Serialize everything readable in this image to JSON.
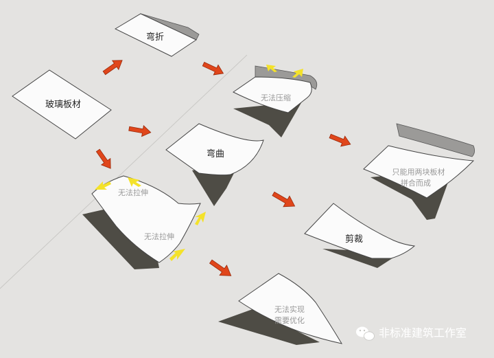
{
  "labels": {
    "glass_sheet": "玻璃板材",
    "fold": "弯折",
    "curve": "弯曲",
    "compress_fail": "无法压缩",
    "two_pieces_line1": "只能用两块板材",
    "two_pieces_line2": "拼合而成",
    "stretch_fail_1": "无法拉伸",
    "stretch_fail_2": "无法拉伸",
    "cut": "剪裁",
    "optimize_line1": "无法实现",
    "optimize_line2": "需要优化"
  },
  "watermark": {
    "text": "非标准建筑工作室",
    "icon": "wechat-icon"
  },
  "colors": {
    "background": "#e4e3e1",
    "arrow": "#e0461b",
    "yellow_marker": "#f4e22a",
    "shadow": "#4e4c45"
  }
}
